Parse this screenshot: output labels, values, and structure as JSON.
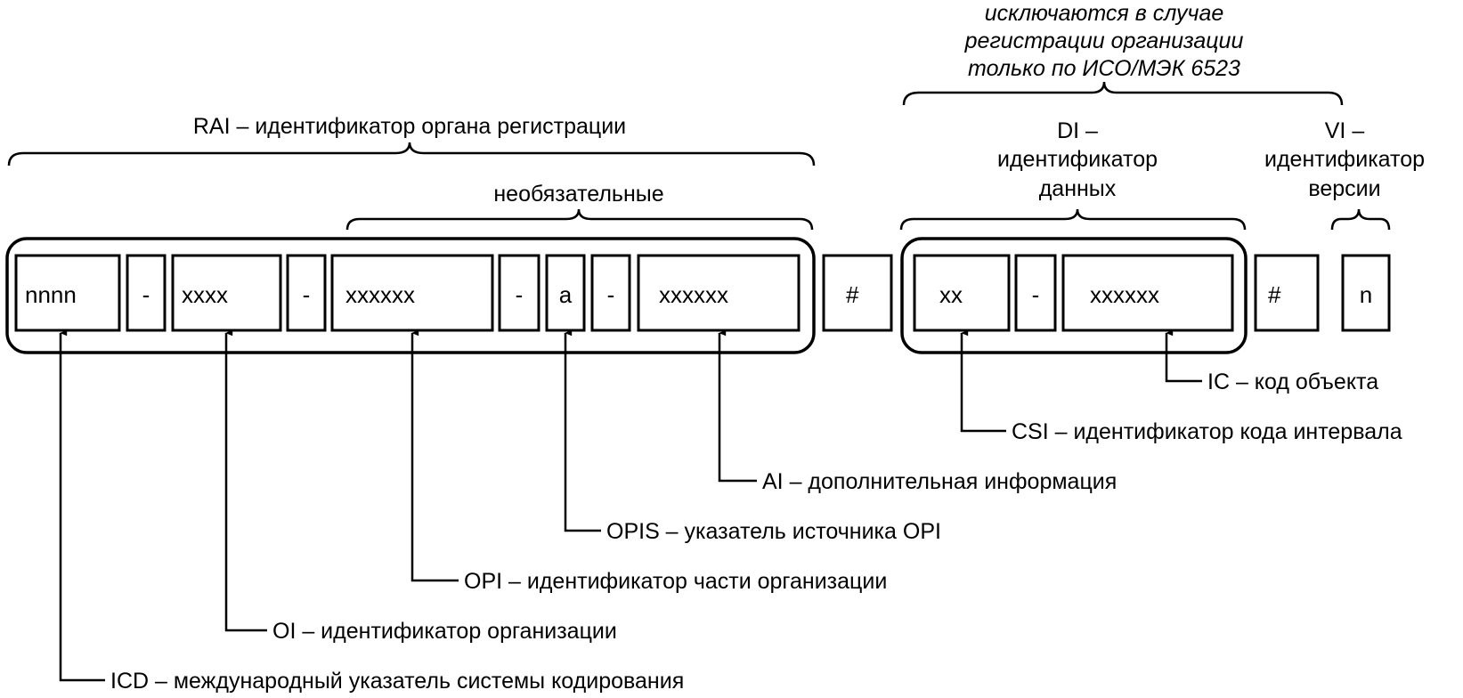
{
  "header": {
    "excluded_note": [
      "исключаются в случае",
      "регистрации организации",
      "только по ИСО/МЭК 6523"
    ],
    "rai_title": "RAI – идентификатор органа регистрации",
    "optional_label": "необязательные",
    "di_title": [
      "DI –",
      "идентификатор",
      "данных"
    ],
    "vi_title": [
      "VI –",
      "идентификатор",
      "версии"
    ]
  },
  "cells": {
    "icd": "nnnn",
    "sep1": "-",
    "oi": "xxxx",
    "sep2": "-",
    "opi": "xxxxxx",
    "sep3": "-",
    "opis": "a",
    "sep4": "-",
    "ai": "xxxxxx",
    "hash1": "#",
    "csi": "xx",
    "sep5": "-",
    "ic": "xxxxxx",
    "hash2": "#",
    "vi": "n"
  },
  "callouts": {
    "ic": "IC – код объекта",
    "csi": "CSI – идентификатор кода интервала",
    "ai": "AI – дополнительная информация",
    "opis": "OPIS – указатель источника OPI",
    "opi": "OPI – идентификатор части организации",
    "oi": "OI – идентификатор организации",
    "icd": "ICD – международный указатель системы кодирования"
  }
}
